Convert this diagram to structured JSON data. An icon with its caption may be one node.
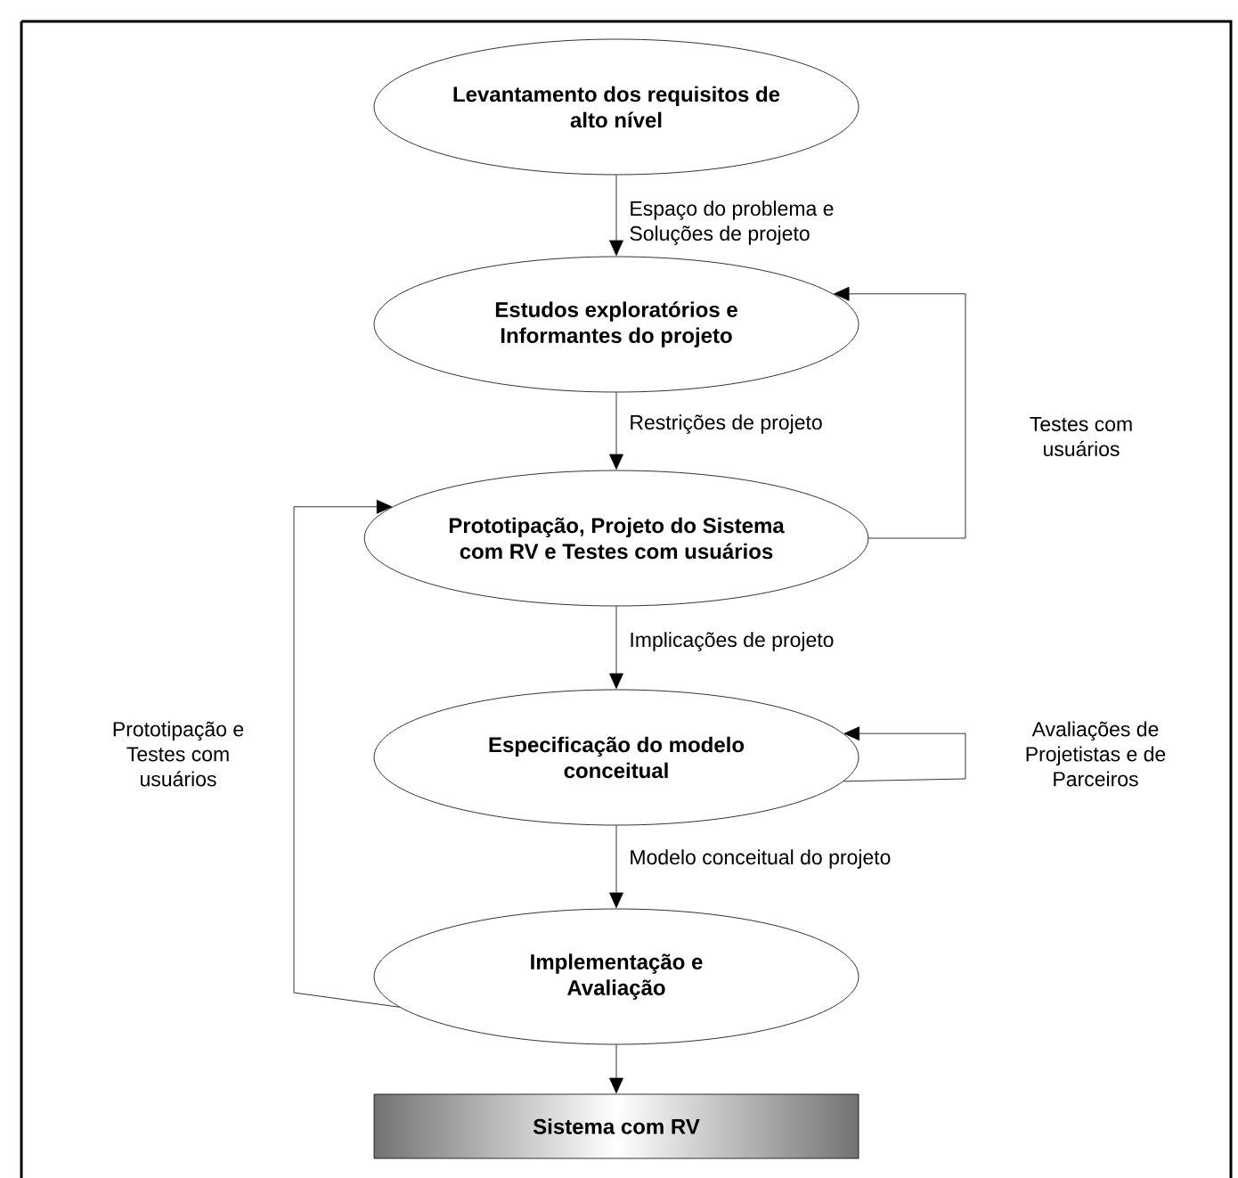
{
  "diagram": {
    "nodes": [
      {
        "text": [
          "Levantamento dos requisitos de alto nível"
        ]
      },
      {
        "text": [
          "Estudos exploratórios e Informantes do projeto"
        ]
      },
      {
        "text": [
          "Prototipação, Projeto do Sistema com RV e Testes com usuários"
        ]
      },
      {
        "text": [
          "Especificação do modelo conceitual"
        ]
      },
      {
        "text": [
          "Implementação e Avaliação"
        ]
      },
      {
        "text": [
          "Sistema com RV"
        ]
      }
    ],
    "edges": [
      {
        "from": 0,
        "to": 1,
        "arrow": "to",
        "label": "Espaço do problema e Soluções de projeto"
      },
      {
        "from": 1,
        "to": 2,
        "arrow": "to",
        "label": "Restrições de projeto"
      },
      {
        "from": 2,
        "to": 3,
        "arrow": "to",
        "label": "Implicações de projeto"
      },
      {
        "from": 3,
        "to": 4,
        "arrow": "to",
        "label": "Modelo conceitual do projeto"
      },
      {
        "from": 4,
        "to": 5,
        "arrow": "to"
      },
      {
        "from": 2,
        "to": 1,
        "arrow": "to",
        "label": "Testes com usuários"
      },
      {
        "from": 3,
        "to": 3,
        "arrow": "to",
        "label": "Avaliações de Projetistas e de Parceiros"
      },
      {
        "from": 4,
        "to": 2,
        "arrow": "to",
        "label": "Prototipação e Testes com usuários"
      }
    ]
  }
}
